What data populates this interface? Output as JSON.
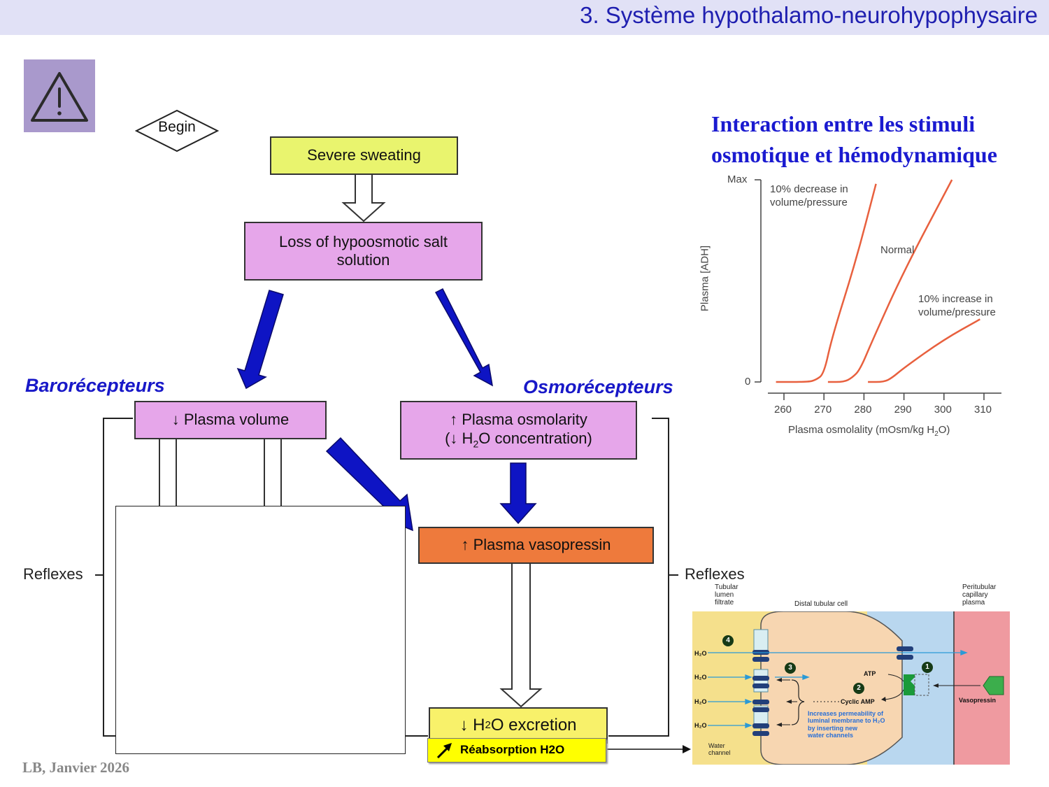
{
  "header": {
    "title": "3. Système hypothalamo-neurohypophysaire"
  },
  "flow": {
    "begin": "Begin",
    "sweating": "Severe sweating",
    "loss": "Loss of hypoosmotic salt solution",
    "baro": "Barorécepteurs",
    "osmo": "Osmorécepteurs",
    "volume": "↓ Plasma volume",
    "osmolarity_1": "↑ Plasma osmolarity",
    "osmolarity_2a": "(↓ H",
    "osmolarity_sub": "2",
    "osmolarity_2b": "O concentration)",
    "vasopressin": "↑ Plasma vasopressin",
    "excretion_a": "↓ H",
    "excretion_sub": "2",
    "excretion_b": "O excretion",
    "reabsorption": "Réabsorption H2O",
    "reflex_left": "Reflexes",
    "reflex_right": "Reflexes"
  },
  "chart_title": [
    "Interaction entre les stimuli",
    "osmotique et hémodynamique"
  ],
  "chart_data": {
    "type": "line",
    "xlabel_a": "Plasma osmolality (mOsm/kg H",
    "xlabel_sub": "2",
    "xlabel_b": "O)",
    "ylabel": "Plasma [ADH]",
    "x_ticks": [
      "260",
      "270",
      "280",
      "290",
      "300",
      "310"
    ],
    "y_ticks": [
      "Max",
      "0"
    ],
    "xlim": [
      258,
      313
    ],
    "ylim": [
      0,
      1
    ],
    "series": [
      {
        "name": "10% decrease in volume/pressure",
        "x": [
          258,
          266,
          268,
          270,
          272,
          278,
          283
        ],
        "y": [
          0,
          0,
          0.01,
          0.04,
          0.22,
          0.6,
          0.98
        ]
      },
      {
        "name": "Normal",
        "x": [
          271,
          275,
          277,
          279,
          282,
          290,
          302
        ],
        "y": [
          0,
          0,
          0.02,
          0.06,
          0.2,
          0.55,
          1.0
        ]
      },
      {
        "name": "10% increase in volume/pressure",
        "x": [
          281,
          285,
          287,
          290,
          300,
          309
        ],
        "y": [
          0,
          0,
          0.02,
          0.07,
          0.21,
          0.31
        ]
      }
    ],
    "annotations": {
      "decrease_1": "10% decrease in",
      "decrease_2": "volume/pressure",
      "normal": "Normal",
      "increase_1": "10% increase in",
      "increase_2": "volume/pressure"
    },
    "line_color": "#e8603e"
  },
  "cell": {
    "tubular_1": "Tubular",
    "tubular_2": "lumen",
    "tubular_3": "filtrate",
    "distal": "Distal tubular cell",
    "peri_1": "Peritubular",
    "peri_2": "capillary",
    "peri_3": "plasma",
    "h2o": "H₂O",
    "atp": "ATP",
    "camp": "Cyclic AMP",
    "vasopressin": "Vasopressin",
    "perm_1": "Increases permeability of",
    "perm_2": "luminal membrane to H₂O",
    "perm_3": "by inserting new",
    "perm_4": "water channels",
    "channel_1": "Water",
    "channel_2": "channel",
    "nums": [
      "1",
      "2",
      "3",
      "4"
    ]
  },
  "footer": "LB, Janvier 2026"
}
